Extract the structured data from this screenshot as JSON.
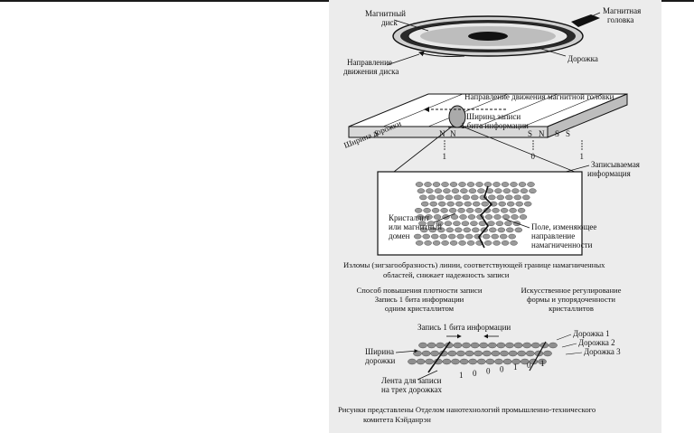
{
  "colors": {
    "page": "#ececec",
    "ink": "#111111",
    "surface_top": "#ffffff",
    "surface_side": "#d8d8d8",
    "domain_fill": "#9a9a9a",
    "disk_dark": "#2a2a2a",
    "disk_mid": "#cfcfcf"
  },
  "disk": {
    "label_disk": [
      "Магнитный",
      "диск"
    ],
    "label_head": [
      "Магнитная",
      "головка"
    ],
    "label_direction": [
      "Направление",
      "движения диска"
    ],
    "label_track": "Дорожка"
  },
  "track": {
    "label_head_direction": "Направление движения магнитной головки",
    "label_track_width": "Ширина дорожки",
    "label_bit_width": [
      "Ширина записи",
      "1 бита информации"
    ],
    "poles": [
      "S",
      "N",
      "N",
      "S",
      "N",
      "S",
      "S"
    ],
    "bits": [
      "1",
      "0",
      "1"
    ],
    "label_recorded": [
      "Записываемая",
      "информация"
    ]
  },
  "domains": {
    "label_crystal": [
      "Кристаллит",
      "или магнитный",
      "домен"
    ],
    "label_field": [
      "Поле, изменяющее",
      "направление",
      "намагниченности"
    ]
  },
  "caption_main": [
    "Изломы (зигзагообразность) линии, соответствующей границе намагниченных",
    "областей, снижает надежность записи"
  ],
  "method_left": [
    "Способ повышения плотности записи",
    "Запись 1 бита информации",
    "одним кристаллитом"
  ],
  "method_right": [
    "Искусственное регулирование",
    "формы и упорядоченности",
    "кристаллитов"
  ],
  "lower": {
    "label_bit": "Запись 1 бита информации",
    "label_width": [
      "Ширина",
      "дорожки"
    ],
    "tracks": [
      "Дорожка 1",
      "Дорожка 2",
      "Дорожка 3"
    ],
    "bits": [
      "1",
      "0",
      "0",
      "0",
      "1",
      "0",
      "1"
    ],
    "label_tape": [
      "Лента для записи",
      "на трех дорожках"
    ]
  },
  "credits": [
    "Рисунки представлены Отделом нанотехнологий промышленно-технического",
    "комитета Кэйданрэн"
  ]
}
